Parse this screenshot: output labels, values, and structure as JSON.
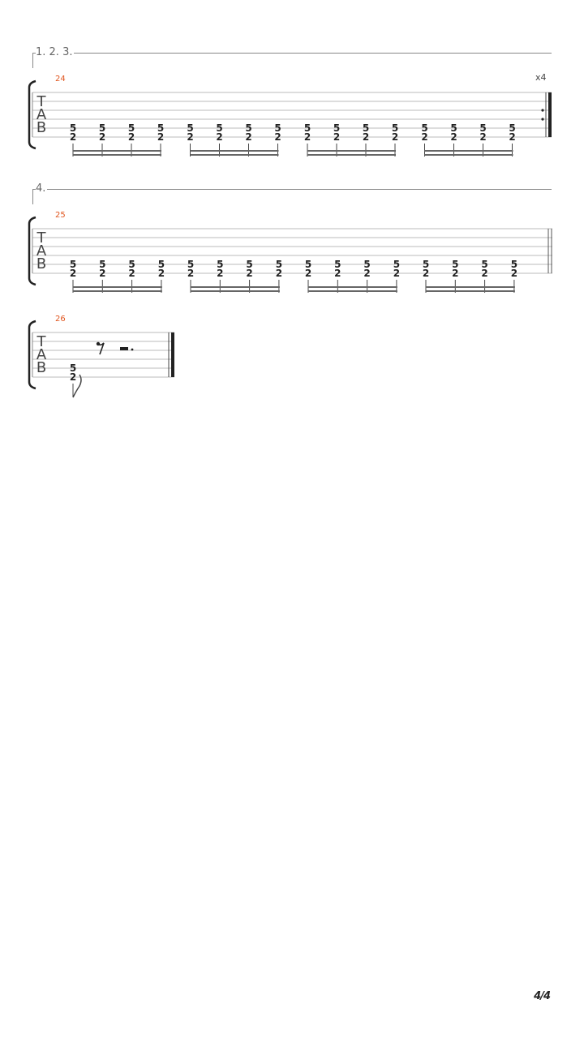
{
  "tab_clef": [
    "T",
    "A",
    "B"
  ],
  "systems": [
    {
      "volta": "1. 2. 3.",
      "measure": "24",
      "repeat_count": "x4",
      "end": "repeat",
      "fret_top": "5",
      "fret_bottom": "2",
      "beam_groups": 4,
      "notes_per_group": 4
    },
    {
      "volta": "4.",
      "measure": "25",
      "repeat_count": "",
      "end": "double",
      "fret_top": "5",
      "fret_bottom": "2",
      "beam_groups": 4,
      "notes_per_group": 4
    },
    {
      "volta": "",
      "measure": "26",
      "repeat_count": "",
      "end": "final",
      "fret_top": "5",
      "fret_bottom": "2",
      "notes": 1,
      "rests": [
        "eighth-rest",
        "dotted-half-rest"
      ]
    }
  ],
  "page_number": "4/4"
}
